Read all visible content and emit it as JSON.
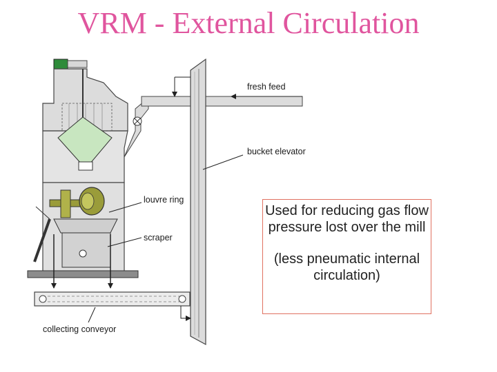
{
  "title": "VRM - External Circulation",
  "labels": {
    "fresh_feed": "fresh feed",
    "bucket_elevator": "bucket elevator",
    "louvre_ring": "louvre ring",
    "scraper": "scraper",
    "collecting_conveyor": "collecting conveyor"
  },
  "note": {
    "line1": "Used for reducing gas flow pressure lost over the mill",
    "line2": "(less pneumatic internal circulation)"
  },
  "colors": {
    "title": "#e0559e",
    "separator_cone": "#c8e6c0",
    "roller": "#9a9c3a",
    "motor": "#2e8b3a",
    "note_border": "#e07060"
  }
}
